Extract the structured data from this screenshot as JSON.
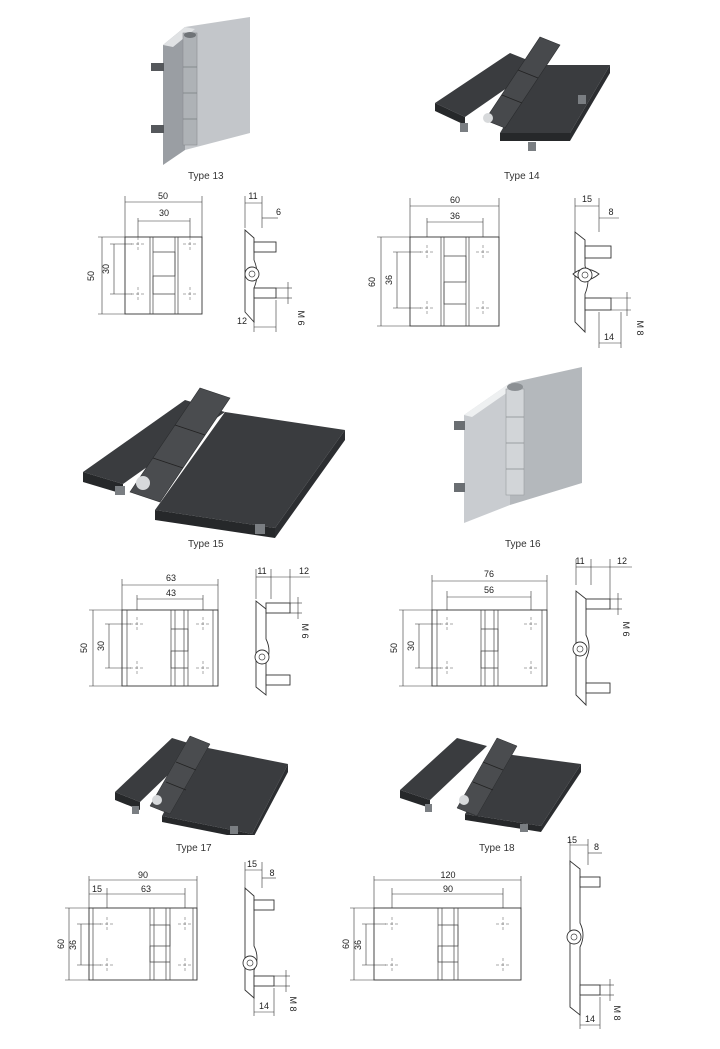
{
  "colors": {
    "dark_hinge": "#3a3c3f",
    "dark_hinge_edge": "#26282a",
    "steel": "#b9bcc0",
    "steel_light": "#dcdee0"
  },
  "hinges": [
    {
      "type_label": "Type 13",
      "material": "steel",
      "view": {
        "width": "50",
        "pitch": "30",
        "height": "50",
        "vpitch": "30"
      },
      "side": {
        "a": "11",
        "b": "6",
        "bottom": "12",
        "thread": "M 6"
      }
    },
    {
      "type_label": "Type 14",
      "material": "dark",
      "view": {
        "width": "60",
        "pitch": "36",
        "height": "60",
        "vpitch": "36"
      },
      "side": {
        "a": "15",
        "b": "8",
        "bottom": "14",
        "thread": "M 8"
      }
    },
    {
      "type_label": "Type 15",
      "material": "dark",
      "view": {
        "width": "63",
        "pitch": "43",
        "height": "50",
        "vpitch": "30"
      },
      "side": {
        "a": "11",
        "b": "12",
        "thread": "M 6"
      }
    },
    {
      "type_label": "Type 16",
      "material": "steel",
      "view": {
        "width": "76",
        "pitch": "56",
        "height": "50",
        "vpitch": "30"
      },
      "side": {
        "a": "11",
        "b": "12",
        "thread": "M 6"
      }
    },
    {
      "type_label": "Type 17",
      "material": "dark",
      "view": {
        "width": "90",
        "offset": "15",
        "pitch": "63",
        "height": "60",
        "vpitch": "36"
      },
      "side": {
        "a": "15",
        "b": "8",
        "bottom": "14",
        "thread": "M 8"
      }
    },
    {
      "type_label": "Type 18",
      "material": "dark",
      "view": {
        "width": "120",
        "pitch": "90",
        "height": "60",
        "vpitch": "36"
      },
      "side": {
        "a": "15",
        "b": "8",
        "bottom": "14",
        "thread": "M 8"
      }
    }
  ]
}
